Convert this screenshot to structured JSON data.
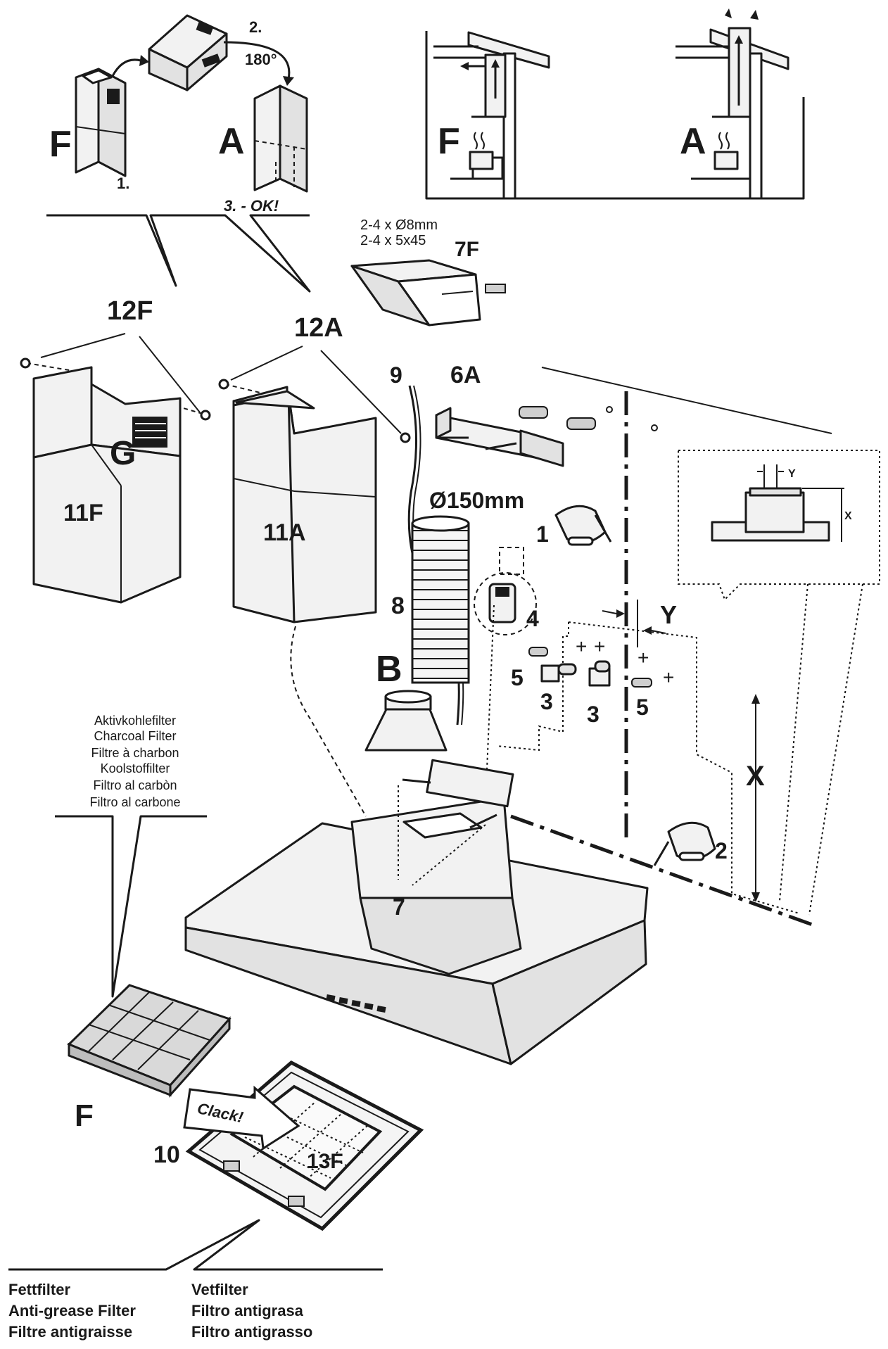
{
  "colors": {
    "ink": "#1a1a1a",
    "panel": "#f2f2f2",
    "shade": "#e2e2e2",
    "filter": "#d9d9d9"
  },
  "top_conversion": {
    "label_f": "F",
    "label_a": "A",
    "step1": "1.",
    "step2": "2.",
    "rotation": "180°",
    "step3": "3. - OK!"
  },
  "installation_views": {
    "label_f": "F",
    "label_a": "A"
  },
  "hardware": {
    "screws_line1": "2-4 x Ø8mm",
    "screws_line2": "2-4 x 5x45",
    "part_7f": "7F"
  },
  "parts": {
    "p12f": "12F",
    "p12a": "12A",
    "p11f": "11F",
    "p11a": "11A",
    "pg": "G",
    "p9": "9",
    "p6a": "6A",
    "p8": "8",
    "pb": "B",
    "diameter": "Ø150mm",
    "p1": "1",
    "p2": "2",
    "p3a": "3",
    "p3b": "3",
    "p4": "4",
    "p5a": "5",
    "p5b": "5",
    "p7": "7",
    "p10": "10",
    "p13f": "13F",
    "pf": "F",
    "clack": "Clack!"
  },
  "dimensions": {
    "x": "X",
    "y": "Y",
    "detail_x": "X",
    "detail_y": "Y"
  },
  "charcoal_filter_labels": [
    "Aktivkohlefilter",
    "Charcoal Filter",
    "Filtre à charbon",
    "Koolstoffilter",
    "Filtro al carbòn",
    "Filtro al carbone"
  ],
  "grease_filter_labels": {
    "left": [
      "Fettfilter",
      "Anti-grease Filter",
      "Filtre antigraisse"
    ],
    "right": [
      "Vetfilter",
      "Filtro antigrasa",
      "Filtro antigrasso"
    ]
  }
}
